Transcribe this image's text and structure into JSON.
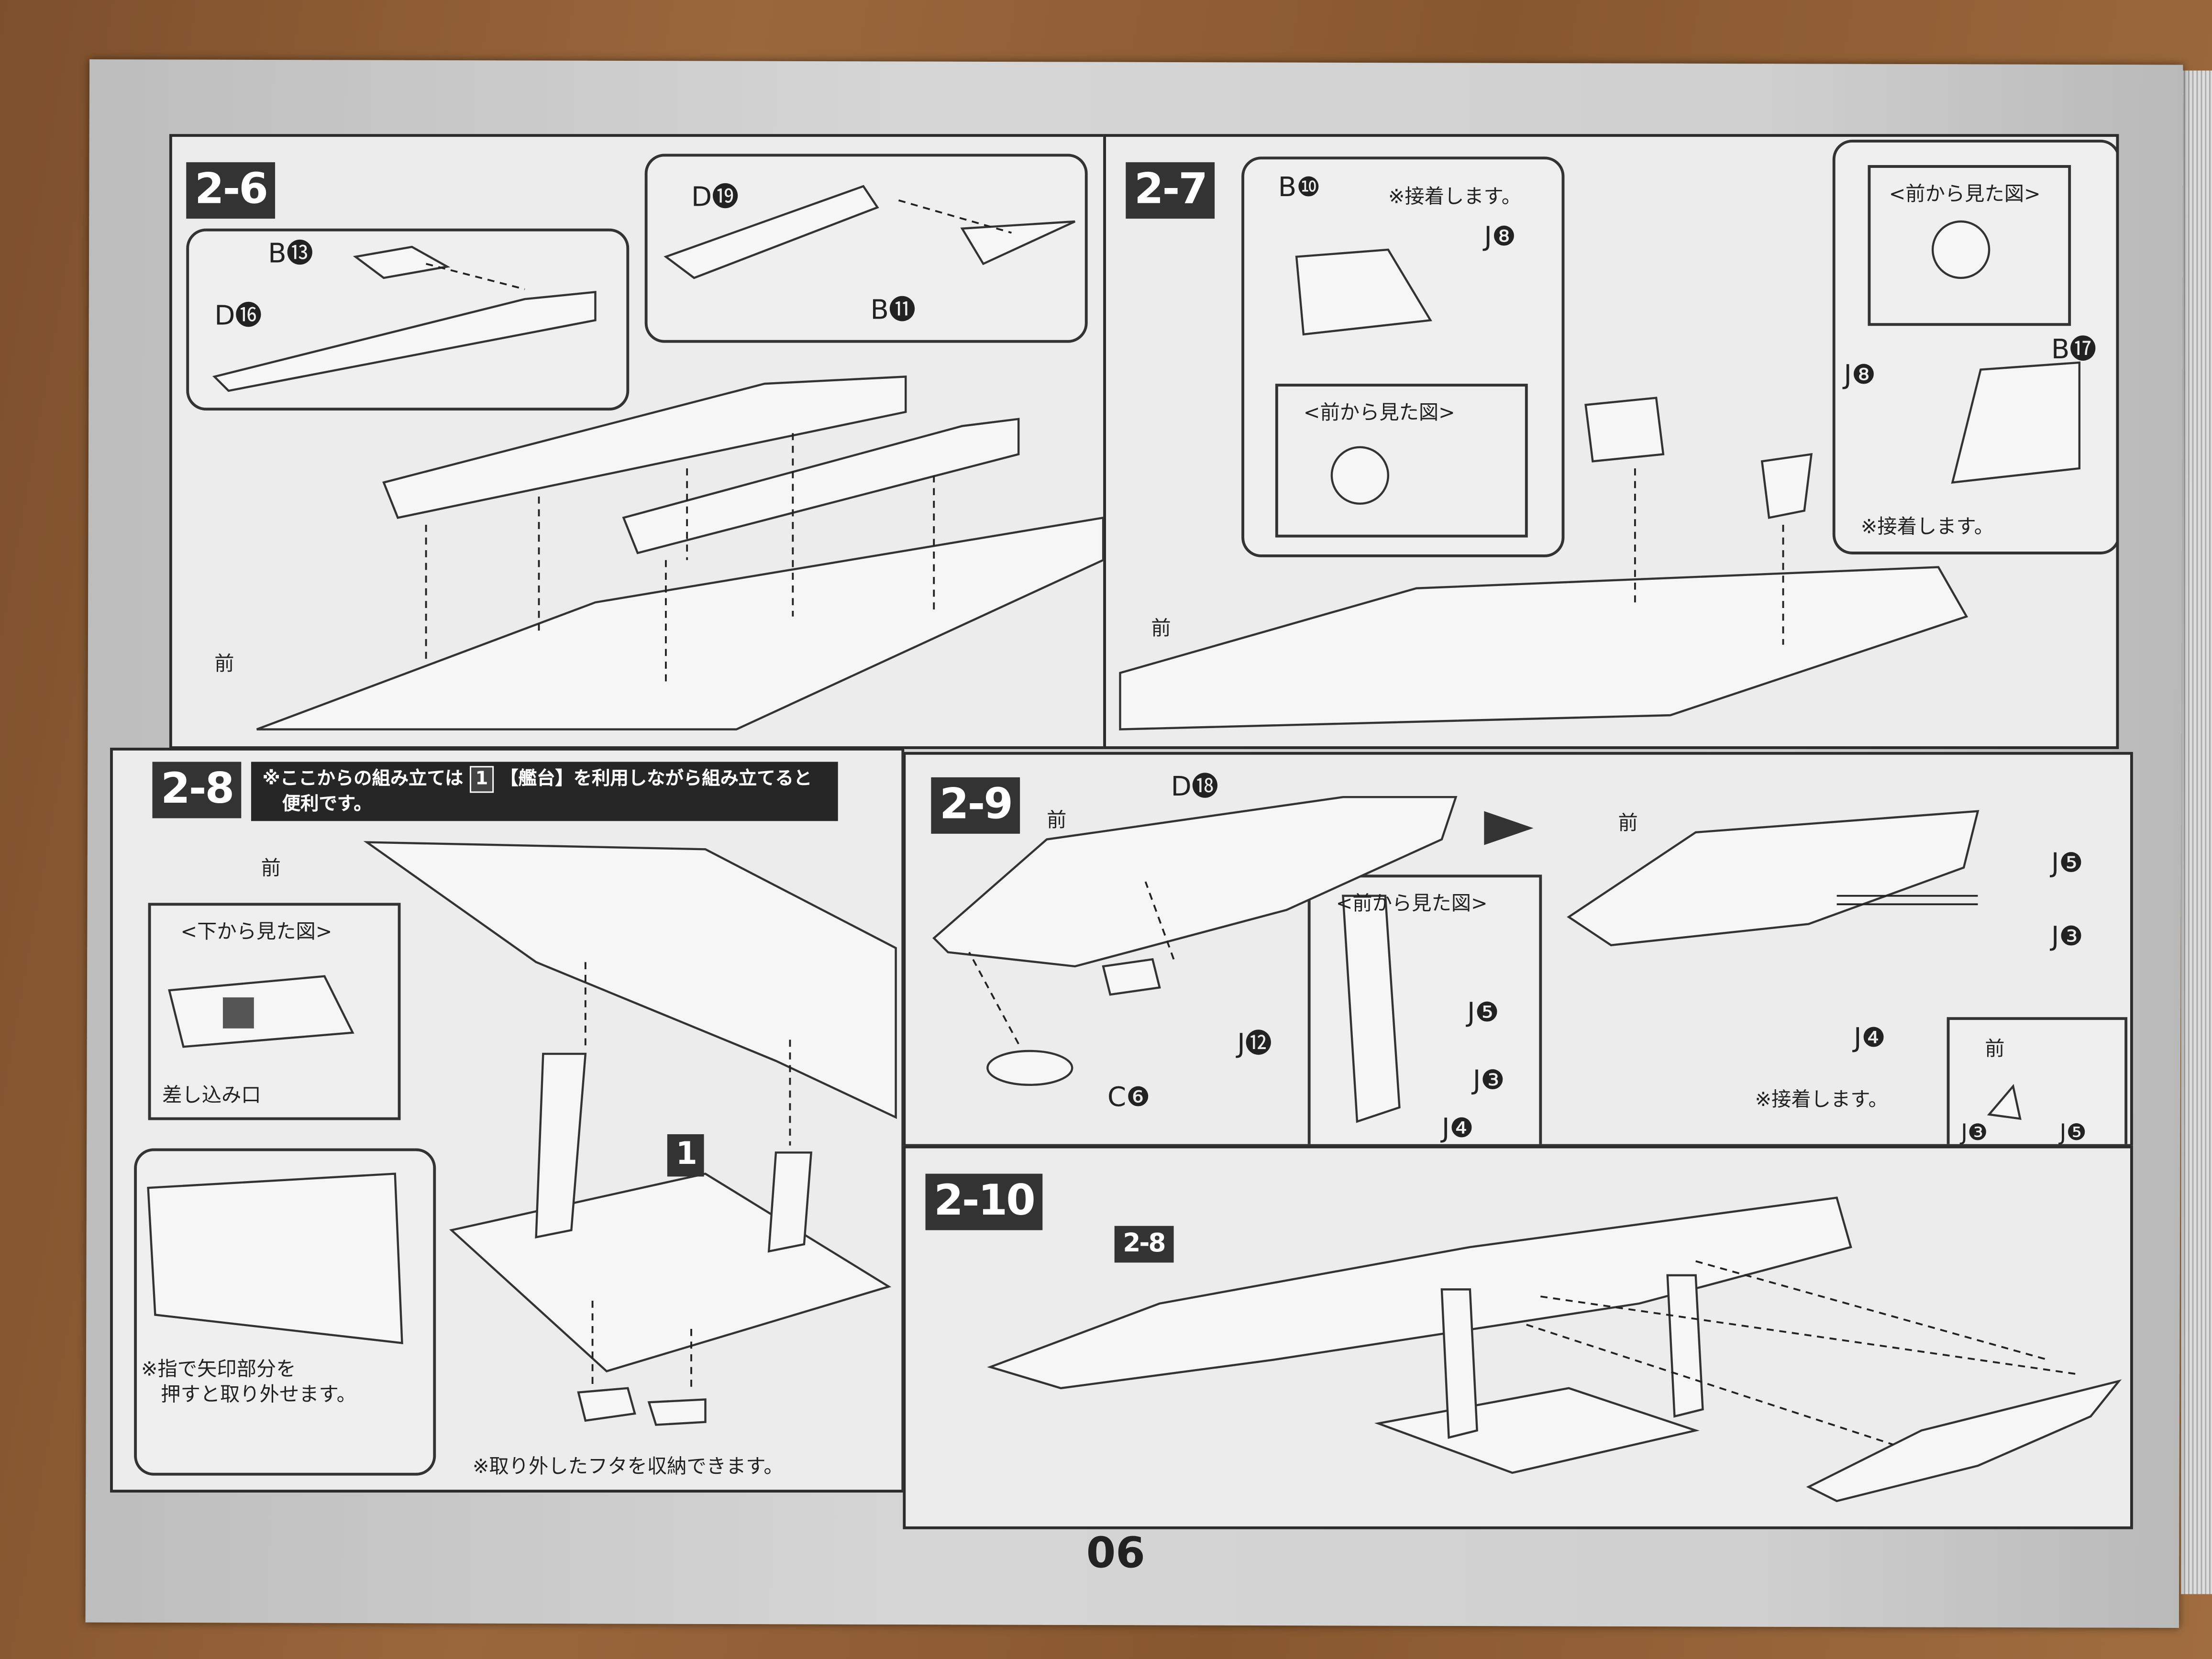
{
  "page_number": "06",
  "steps": {
    "s26": {
      "label": "2-6",
      "parts": [
        "B⓭",
        "D⓰",
        "D⓳",
        "B⓫"
      ],
      "front": "前"
    },
    "s27": {
      "label": "2-7",
      "parts": [
        "B❿",
        "J❽",
        "B⓱",
        "J❽"
      ],
      "glue_left": "※接着します。",
      "glue_right": "※接着します。",
      "front_view_left": "<前から見た図>",
      "front_view_right": "<前から見た図>",
      "front": "前"
    },
    "s28": {
      "label": "2-8",
      "note_prefix": "※ここからの組み立ては",
      "note_num": "1",
      "note_suffix": "【艦台】を利用しながら組み立てると",
      "note_line2": "便利です。",
      "front": "前",
      "bottom_view": "<下から見た図>",
      "slot": "差し込み口",
      "press_note_1": "※指で矢印部分を",
      "press_note_2": "押すと取り外せます。",
      "stand_num": "1",
      "storage_note": "※取り外したフタを収納できます。"
    },
    "s29": {
      "label": "2-9",
      "front_left": "前",
      "front_right": "前",
      "parts_left": [
        "D⓲",
        "J⓬",
        "C❻"
      ],
      "front_view": "<前から見た図>",
      "front_view_parts": [
        "J❺",
        "J❸",
        "J❹"
      ],
      "parts_right": [
        "J❺",
        "J❸",
        "J❹"
      ],
      "glue": "※接着します。",
      "inset_front": "前",
      "inset_parts": [
        "J❸",
        "J❺"
      ]
    },
    "s210": {
      "label": "2-10",
      "ref": "2-8"
    }
  }
}
